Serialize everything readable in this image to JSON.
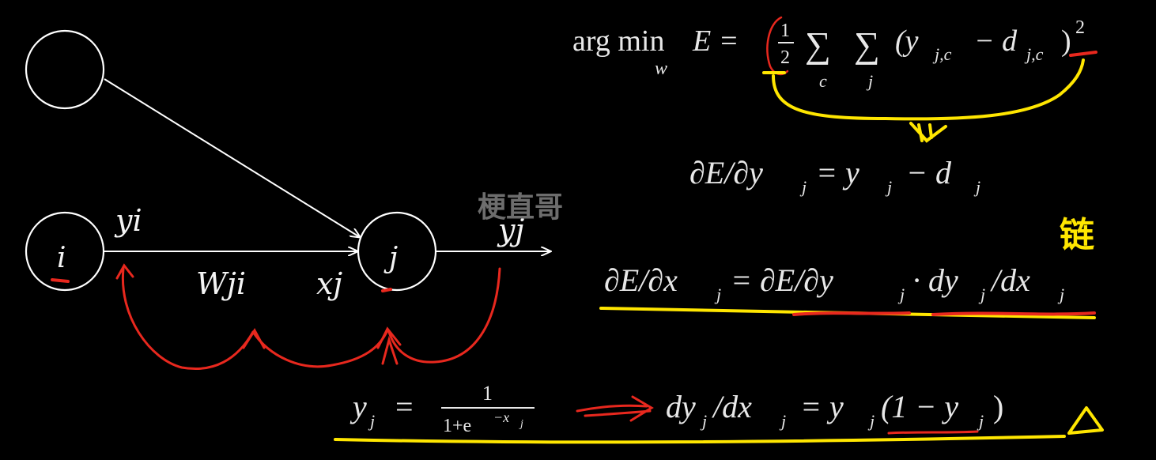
{
  "nodes": {
    "top": {
      "label": ""
    },
    "i": {
      "label": "i"
    },
    "j": {
      "label": "j"
    }
  },
  "edges": {
    "y_i": "yi",
    "w_ji": "Wji",
    "x_j": "xj",
    "y_j": "yj"
  },
  "watermark": "梗直哥",
  "equations": {
    "objective": {
      "argmin": "arg min",
      "under": "w",
      "lhs": "E =",
      "half_num": "1",
      "half_den": "2",
      "sum1": "∑",
      "sum1_idx": "c",
      "sum2": "∑",
      "sum2_idx": "j",
      "body": "(y",
      "body_sub": "j,c",
      "minus": "− d",
      "minus_sub": "j,c",
      "close": ")",
      "power": "2"
    },
    "dE_dy": {
      "left": "∂E/∂y",
      "left_sub": "j",
      "eq": "= y",
      "eq_sub": "j",
      "minus": "− d",
      "minus_sub": "j"
    },
    "chain_label": "链",
    "dE_dx": {
      "a": "∂E/∂x",
      "a_sub": "j",
      "b": "= ∂E/∂y",
      "b_sub": "j",
      "c": "· dy",
      "c_sub": "j",
      "d": "/dx",
      "d_sub": "j"
    },
    "sigmoid": {
      "lhs": "y",
      "lhs_sub": "j",
      "eq": "=",
      "num": "1",
      "den": "1+e",
      "den_sup": "−x",
      "den_sup_sub": "j"
    },
    "derivative": {
      "a": "dy",
      "a_sub": "j",
      "b": "/dx",
      "b_sub": "j",
      "c": "= y",
      "c_sub": "j",
      "d": "(1 − y",
      "d_sub": "j",
      "e": ")"
    }
  },
  "colors": {
    "background": "#000000",
    "white": "#ffffff",
    "red": "#e8281e",
    "yellow": "#ffe600"
  }
}
